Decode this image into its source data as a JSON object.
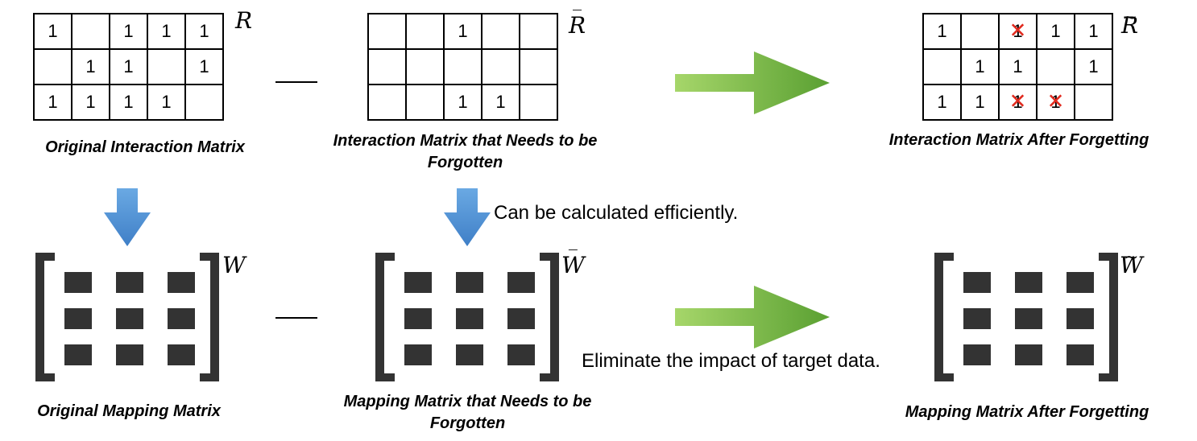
{
  "top": {
    "original": {
      "caption": "Original Interaction Matrix",
      "symbol": "R",
      "cells": [
        [
          "1",
          "",
          "1",
          "1",
          "1"
        ],
        [
          "",
          "1",
          "1",
          "",
          "1"
        ],
        [
          "1",
          "1",
          "1",
          "1",
          ""
        ]
      ]
    },
    "forgotten": {
      "caption": "Interaction Matrix that Needs to be Forgotten",
      "symbol": "R",
      "cells": [
        [
          "",
          "",
          "1",
          "",
          ""
        ],
        [
          "",
          "",
          "",
          "",
          ""
        ],
        [
          "",
          "",
          "1",
          "1",
          ""
        ]
      ]
    },
    "after": {
      "caption": "Interaction Matrix After Forgetting",
      "symbol": "R",
      "cells": [
        [
          "1",
          "",
          "1",
          "1",
          "1"
        ],
        [
          "",
          "1",
          "1",
          "",
          "1"
        ],
        [
          "1",
          "1",
          "1",
          "1",
          ""
        ]
      ],
      "struck": [
        [
          0,
          2
        ],
        [
          2,
          2
        ],
        [
          2,
          3
        ]
      ]
    }
  },
  "bottom": {
    "original": {
      "caption": "Original Mapping Matrix",
      "symbol": "W"
    },
    "forgotten": {
      "caption": "Mapping Matrix that Needs to be Forgotten",
      "symbol": "W"
    },
    "after": {
      "caption": "Mapping Matrix After Forgetting",
      "symbol": "W"
    }
  },
  "notes": {
    "efficient": "Can be calculated efficiently.",
    "eliminate": "Eliminate the impact of target data."
  },
  "colors": {
    "arrow_green_light": "#a6d66a",
    "arrow_green_dark": "#5aa032",
    "arrow_blue_light": "#6aa9e3",
    "arrow_blue_dark": "#3f7fc7",
    "matrix_block": "#333333",
    "strike_red": "#e12a1e"
  },
  "icons": {
    "transform_arrow": "right-arrow-icon",
    "derive_arrow": "down-arrow-icon",
    "matrix_glyph": "bracket-matrix-icon",
    "strike": "cross-icon"
  }
}
